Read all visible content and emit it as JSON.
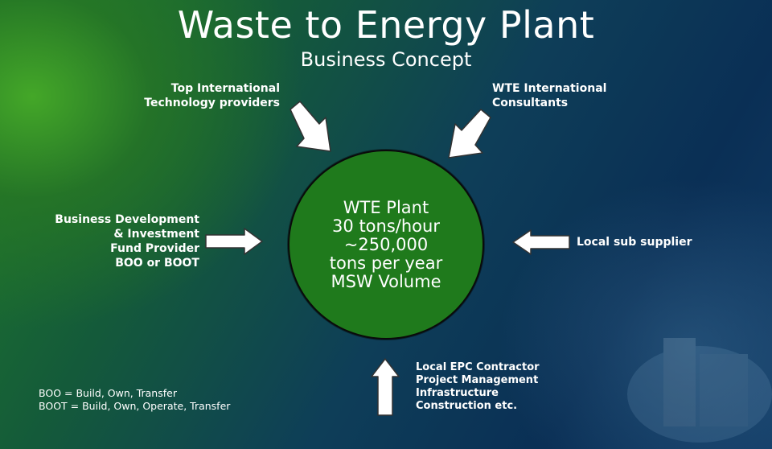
{
  "slide": {
    "title": "Waste to Energy Plant",
    "subtitle": "Business Concept"
  },
  "center": {
    "lines": [
      "WTE Plant",
      "30 tons/hour",
      "~250,000",
      "tons per year",
      "MSW Volume"
    ],
    "fill_color": "#1f7a1c"
  },
  "inputs": {
    "top_left": [
      "Top International",
      "Technology providers"
    ],
    "top_right": [
      "WTE International",
      "Consultants"
    ],
    "left": [
      "Business Development",
      "& Investment",
      "Fund Provider",
      "BOO or BOOT"
    ],
    "right": [
      "Local sub supplier"
    ],
    "bottom": [
      "Local EPC Contractor",
      "Project Management",
      "Infrastructure",
      "Construction etc."
    ]
  },
  "footnote": {
    "boo": "BOO = Build, Own, Transfer",
    "boot": "BOOT = Build, Own, Operate, Transfer"
  },
  "colors": {
    "background_green": "#1f7a2a",
    "background_blue": "#0a2f55",
    "arrow_fill": "#ffffff",
    "arrow_stroke": "#333333"
  }
}
